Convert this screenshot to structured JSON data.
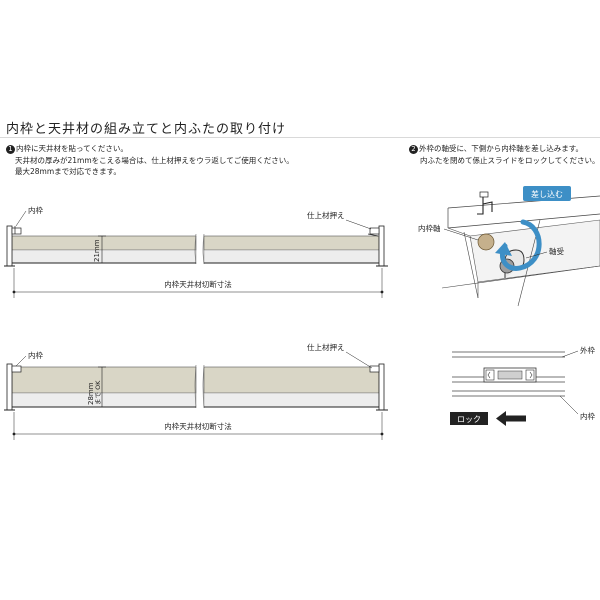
{
  "title": "内枠と天井材の組み立てと内ふたの取り付け",
  "step1": {
    "number": "1",
    "lines": [
      "内枠に天井材を貼ってください。",
      "天井材の厚みが21mmをこえる場合は、仕上材押えをウラ返してご使用ください。",
      "最大28mmまで対応できます。"
    ]
  },
  "step2": {
    "number": "2",
    "lines": [
      "外枠の軸受に、下側から内枠軸を差し込みます。",
      "内ふたを閉めて係止スライドをロックしてください。"
    ]
  },
  "diagram_top": {
    "label_inner_frame": "内枠",
    "label_trim_holder": "仕上材押え",
    "thickness": "21mm",
    "cut_dimension": "内枠天井材切断寸法"
  },
  "diagram_bottom": {
    "label_inner_frame": "内枠",
    "label_trim_holder": "仕上材押え",
    "thickness": "28mm",
    "thickness_note": "まで OK",
    "cut_dimension": "内枠天井材切断寸法"
  },
  "diagram_shaft": {
    "insert_label": "差し込む",
    "label_inner_shaft": "内枠軸",
    "label_bearing": "軸受"
  },
  "diagram_lock": {
    "label_outer_frame": "外枠",
    "label_inner_frame": "内枠",
    "lock_label": "ロック"
  },
  "colors": {
    "board": "#d9d6c6",
    "board_lower": "#ededed",
    "accent_blue": "#3d8fc6",
    "ink": "#222222"
  }
}
